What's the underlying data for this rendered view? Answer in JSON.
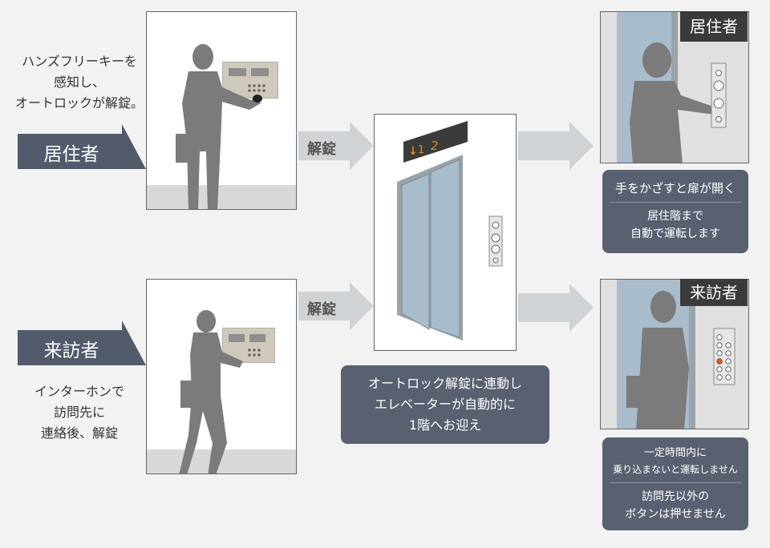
{
  "resident": {
    "label": "居住者",
    "description": [
      "ハンズフリーキーを",
      "感知し、",
      "オートロックが解錠。"
    ],
    "arrow_label": "解錠"
  },
  "visitor": {
    "label": "来訪者",
    "description": [
      "インターホンで",
      "訪問先に",
      "連絡後、解錠"
    ],
    "arrow_label": "解錠"
  },
  "elevator": {
    "indicator_floor_1": "1",
    "indicator_floor_2": "2",
    "caption": [
      "オートロック解錠に連動し",
      "エレベーターが自動的に",
      "1階へお迎え"
    ]
  },
  "resident_result": {
    "tag": "居住者",
    "heading": "手をかざすと扉が開く",
    "body": [
      "居住階まで",
      "自動で運転します"
    ]
  },
  "visitor_result": {
    "tag": "来訪者",
    "heading": [
      "一定時間内に",
      "乗り込まないと運転しません"
    ],
    "body": [
      "訪問先以外の",
      "ボタンは押せません"
    ]
  },
  "colors": {
    "flag": "#535b6b",
    "info_box": "#596070",
    "arrow": "#cfd3d6",
    "silhouette": "#7b7b7b",
    "elevator_door": "#a9bccb",
    "accent_orange": "#e08a2c"
  }
}
